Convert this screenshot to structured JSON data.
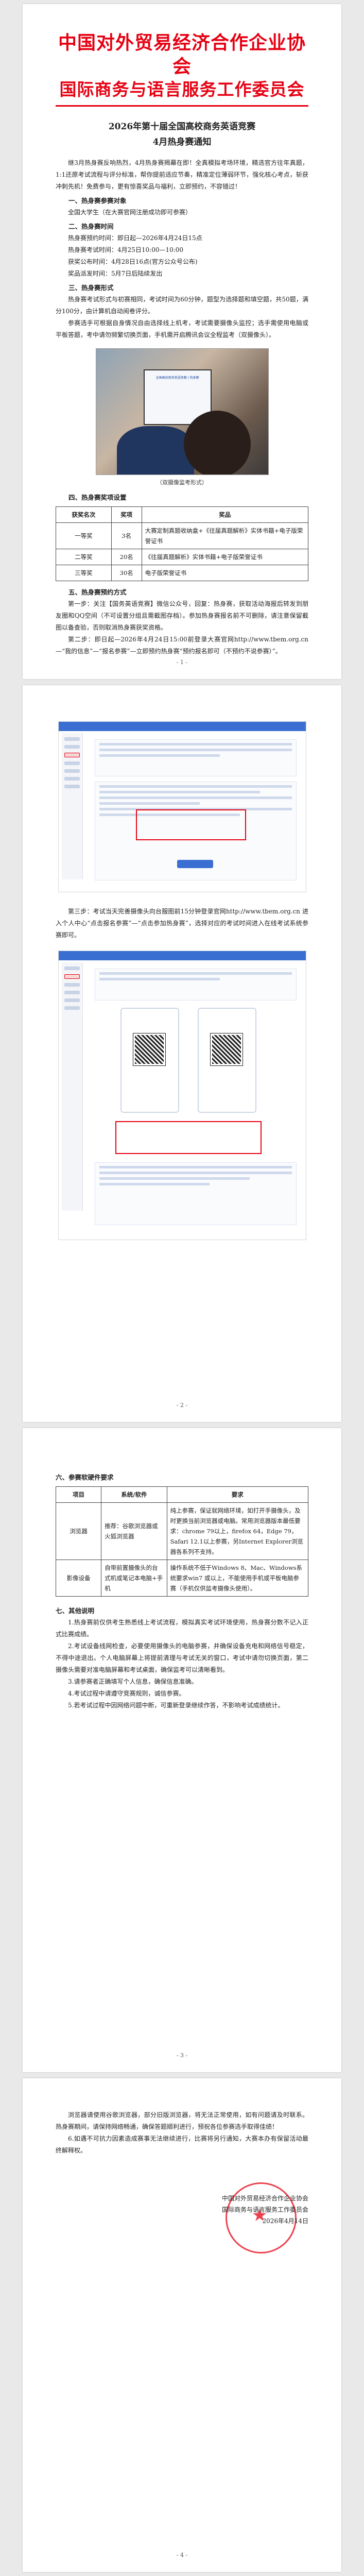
{
  "header": {
    "org_line1": "中国对外贸易经济合作企业协会",
    "org_line2": "国际商务与语言服务工作委员会"
  },
  "notice": {
    "title_line1": "2026年第十届全国高校商务英语竞赛",
    "title_line2": "4月热身赛通知"
  },
  "intro": "继3月热身赛反响热烈，4月热身赛揭幕在即！全真模拟考场环境，精选官方往年真题，1:1还原考试流程与评分标准，帮你提前适应节奏，精准定位薄弱环节，强化核心考点，斩获冲刺先机！免费参与，更有惊喜奖品与福利，立即预约，不容错过！",
  "sections": {
    "s1": {
      "heading": "一、热身赛参赛对象",
      "body": "全国大学生（在大赛官网注册成功即可参赛）"
    },
    "s2": {
      "heading": "二、热身赛时间",
      "lines": [
        "热身赛预约时间：即日起—2026年4月24日15点",
        "热身赛考试时间：4月25日10:00—10:00",
        "获奖公布时间：4月28日16点(官方公众号公布)",
        "奖品派发时间：5月7日后陆续发出"
      ]
    },
    "s3": {
      "heading": "三、热身赛形式",
      "body1": "热身赛考试形式与初赛相同，考试时间为60分钟，题型为选择题和填空题，共50题，满分100分，由计算机自动阅卷评分。",
      "body2": "参赛选手可根据自身情况自由选择线上机考，考试需要摄像头监控；选手需使用电脑或平板答题，考中请勿频繁切换页面，手机需开启腾讯会议全程监考（双摄像头）。"
    },
    "photo_caption": "（双摄像监考形式）",
    "photo_screen_text": "全国高校商务英语竞赛 | 热身赛",
    "s4": {
      "heading": "四、热身赛奖项设置",
      "table_headers": [
        "获奖名次",
        "奖项",
        "奖品"
      ],
      "rows": [
        {
          "rank": "一等奖",
          "count": "3名",
          "prize": "大赛定制真题收纳盒+《往届真题解析》实体书籍+电子版荣誉证书"
        },
        {
          "rank": "二等奖",
          "count": "20名",
          "prize": "《往届真题解析》实体书籍+电子版荣誉证书"
        },
        {
          "rank": "三等奖",
          "count": "30名",
          "prize": "电子版荣誉证书"
        }
      ]
    },
    "s5": {
      "heading": "五、热身赛预约方式",
      "step1": "第一步：关注【国务英语竞赛】微信公众号，回复：热身赛，获取活动海报后转发到朋友圈和QQ空间（不可设置分组且需截图存档）。参加热身赛报名前不可删除，请注意保留截图以备查验，否则取消热身赛获奖资格。",
      "step2": "第二步：即日起—2026年4月24日15:00前登录大赛官网http://www.tbem.org.cn—“我的信息”—“报名参赛”—立即预约热身赛“预约报名即可（不预约不说参赛）”。",
      "step3": "第三步：考试当天完善摄像头向台服图前15分钟登录官网http://www.tbem.org.cn 进入个人中心“点击报名参赛”—“点击参加热身赛”，选择对应的考试时间进入在线考试系统参赛即可。"
    },
    "s6": {
      "heading": "六、参赛软硬件要求",
      "table_headers": [
        "项目",
        "系统/软件",
        "要求"
      ],
      "rows": [
        {
          "item": "浏览器",
          "system": "推荐：谷歌浏览器或火狐浏览器",
          "req": "纯上参赛，保证就网络环境，如打开手摄像头，及时更换当前浏览器或电脑。常用浏览器版本最低要求：chrome 79以上，firefox 64，Edge 79，Safari 12.1以上参赛，另Internet Explorer浏览器各系列不支持。"
        },
        {
          "item": "影像设备",
          "system": "自带前置摄像头的台式机或笔记本电脑+手机",
          "req": "操作系统不低于Windows 8、Mac、Windows系统要求win7 或以上，不能使用手机或平板电脑参赛（手机仅供监考摄像头使用）。"
        }
      ]
    },
    "s7": {
      "heading": "七、其他说明",
      "items": [
        "1.热身赛前仅供考生熟悉线上考试流程，模拟真实考试环境使用，热身赛分数不记入正式比赛成绩。",
        "2.考试设备线网检查，必要使用摄像头的电脑参赛，并确保设备充电和网络信号稳定，不得中途退出。个人电脑屏幕上将提前清理与考试无关的窗口，考试中请勿切换页面，第二摄像头需要对准电脑屏幕和考试桌面，确保监考可以清晰看到。",
        "3.请参赛者正确填写个人信息，确保信息准确。",
        "4.考试过程中请遵守竞赛规则，诚信参赛。",
        "5.若考试过程中因网络问题中断，可重新登录继续作答，不影响考试成绩统计。",
        "6.如遇不可抗力因素造成赛事无法继续进行，比赛将另行通知，大赛本办有保留活动最终解释权。"
      ],
      "continued": "浏览器请使用谷歌浏览器，部分旧版浏览器，将无法正常使用，如有问题请及时联系。热身赛期间，请保持网络畅通，确保答题顺利进行，预祝各位参赛选手取得佳绩！"
    }
  },
  "signature": {
    "org1": "中国对外贸易经济合作企业协会",
    "org2": "国际商务与语言服务工作委员会",
    "date": "2026年4月14日"
  },
  "pages": [
    "- 1 -",
    "- 2 -",
    "- 3 -",
    "- 4 -"
  ]
}
